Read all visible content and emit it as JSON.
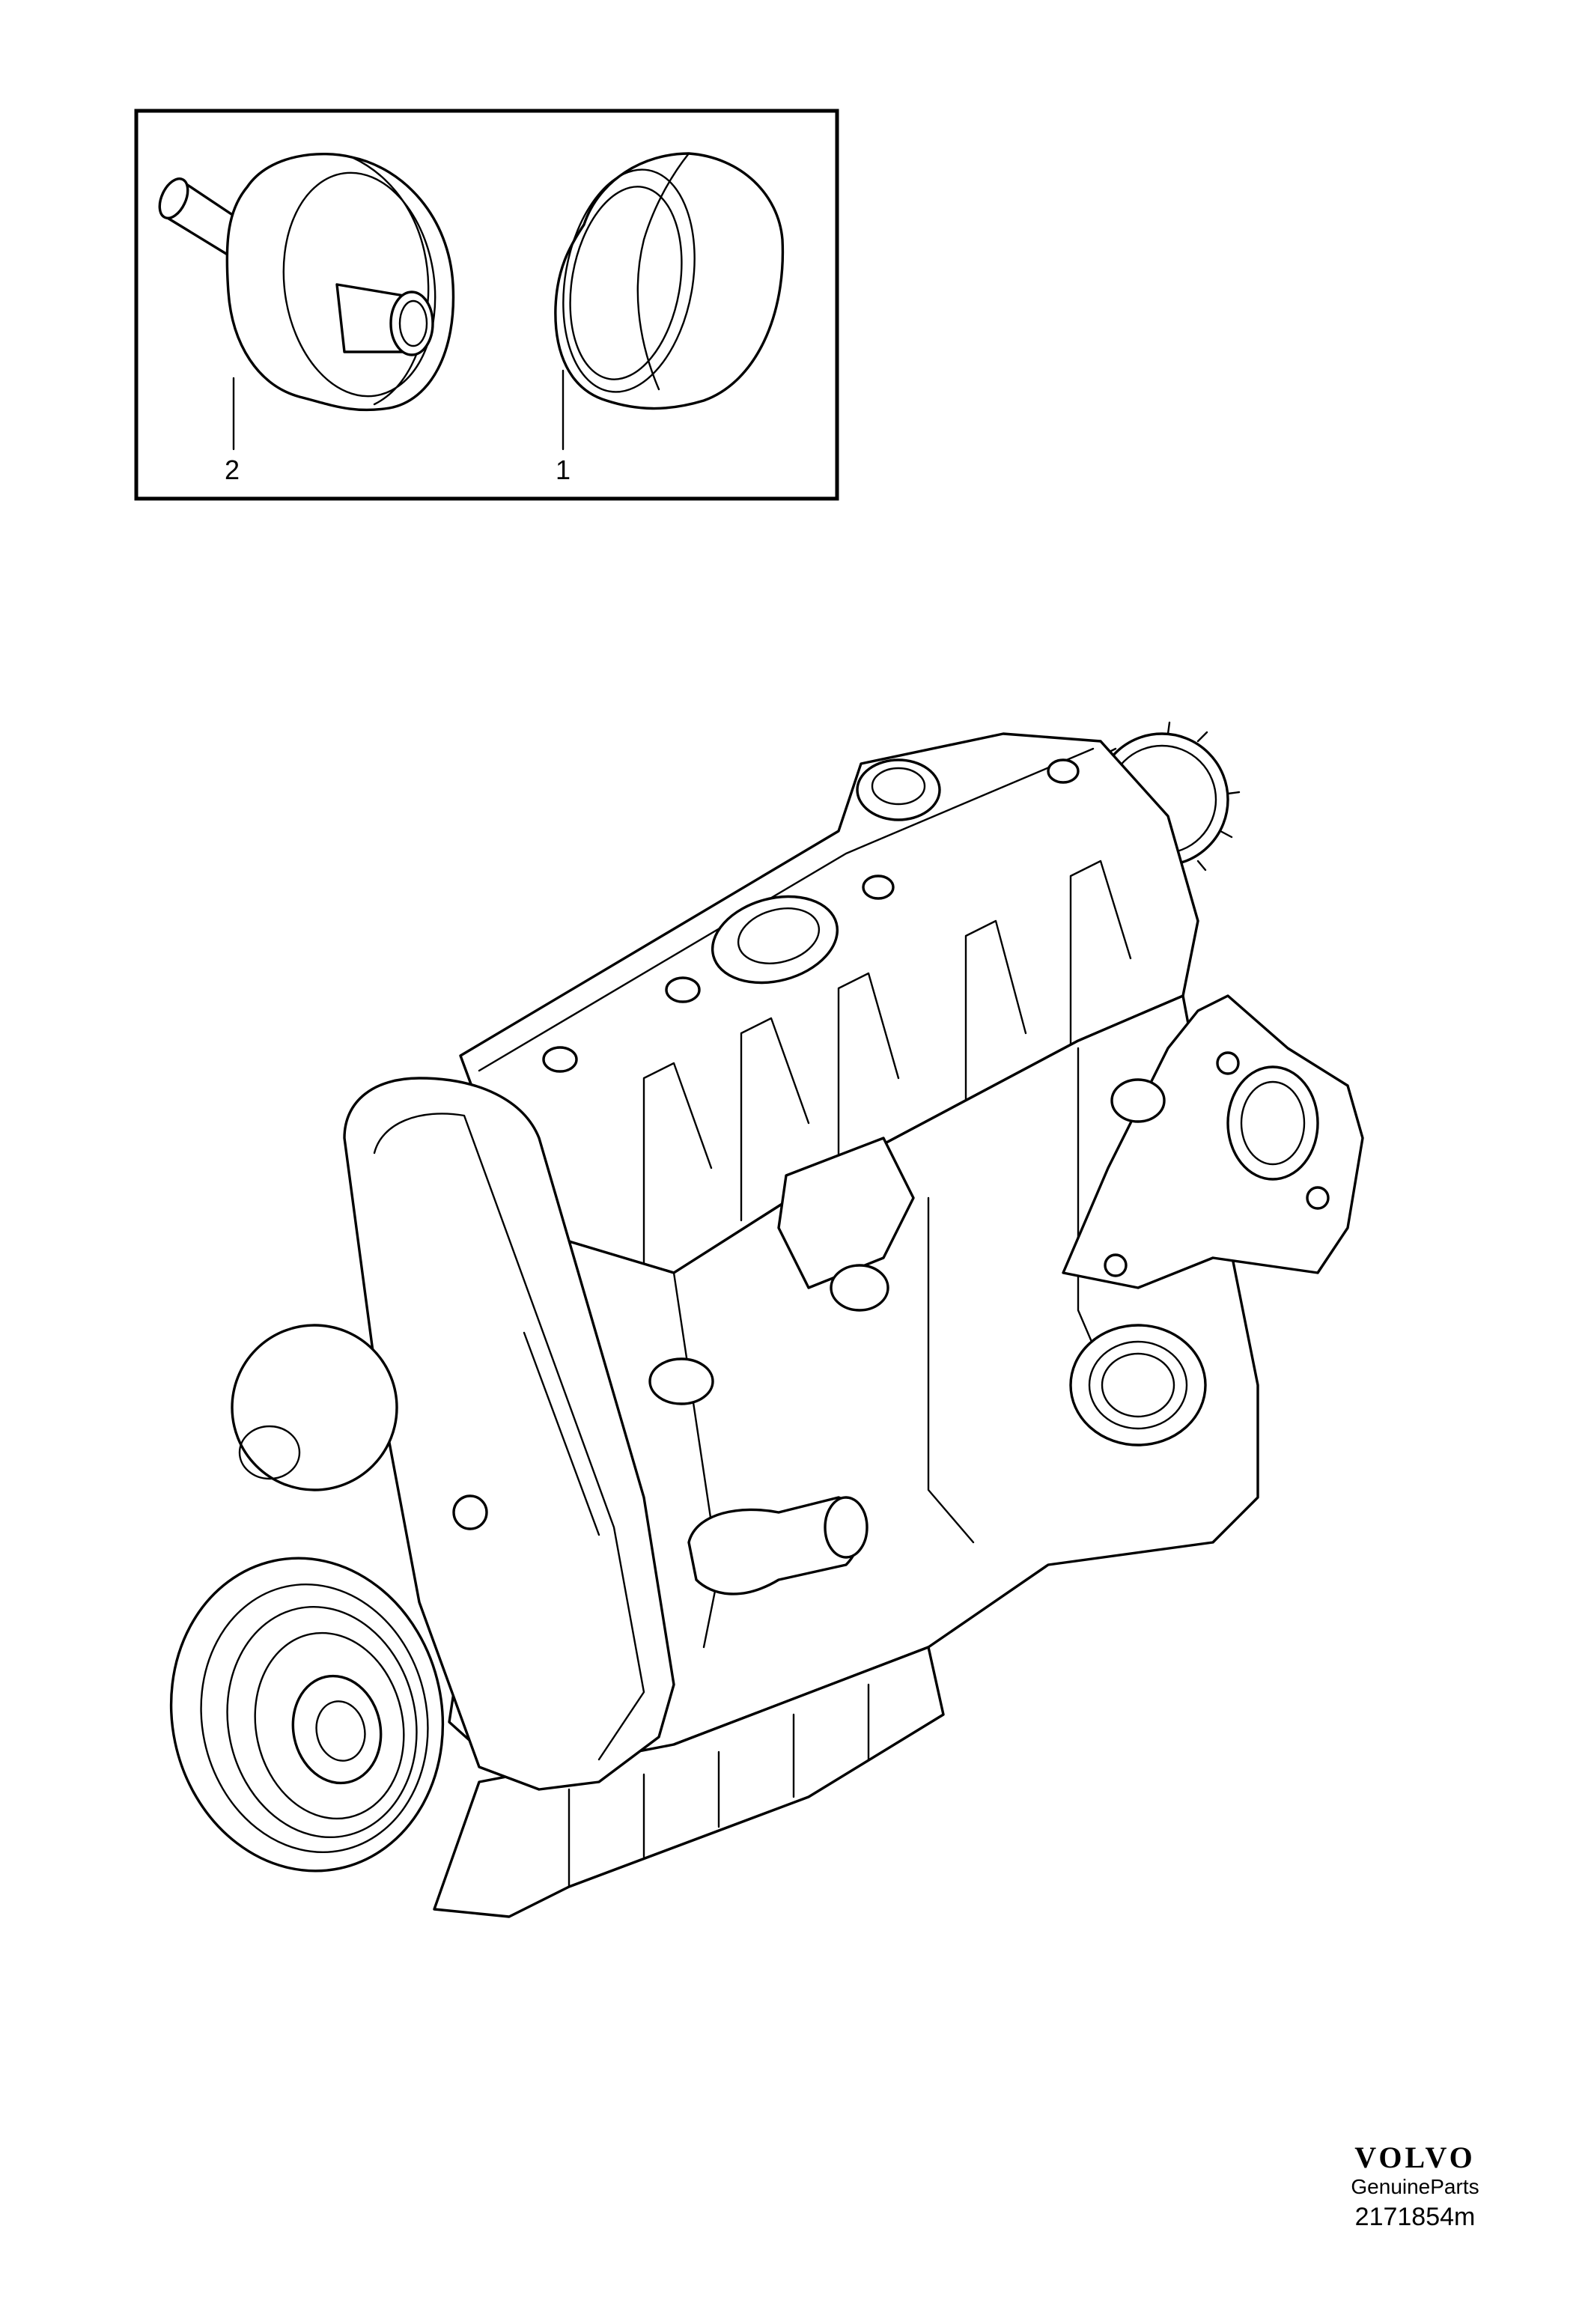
{
  "callouts": [
    {
      "id": "2",
      "label": "2"
    },
    {
      "id": "1",
      "label": "1"
    }
  ],
  "brand": {
    "logo_text": "VOLVO",
    "subtitle": "GenuineParts"
  },
  "illustration_ref": "2171854m"
}
